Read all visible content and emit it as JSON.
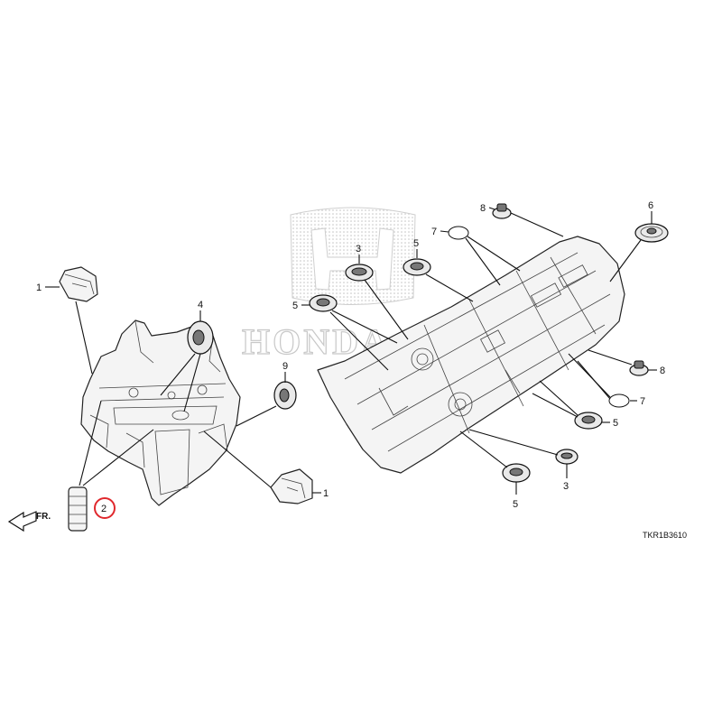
{
  "diagram": {
    "ref_code": "TKR1B3610",
    "front_marker": "FR.",
    "watermark_text": "HONDA",
    "highlighted_callout": "2",
    "highlight_color": "#e0282d",
    "callouts": [
      {
        "id": "c1a",
        "label": "1"
      },
      {
        "id": "c4",
        "label": "4"
      },
      {
        "id": "c9",
        "label": "9"
      },
      {
        "id": "c1b",
        "label": "1"
      },
      {
        "id": "c2",
        "label": "2"
      },
      {
        "id": "c3a",
        "label": "3"
      },
      {
        "id": "c5a",
        "label": "5"
      },
      {
        "id": "c5b",
        "label": "5"
      },
      {
        "id": "c7a",
        "label": "7"
      },
      {
        "id": "c8a",
        "label": "8"
      },
      {
        "id": "c6",
        "label": "6"
      },
      {
        "id": "c8b",
        "label": "8"
      },
      {
        "id": "c7b",
        "label": "7"
      },
      {
        "id": "c5c",
        "label": "5"
      },
      {
        "id": "c3b",
        "label": "3"
      },
      {
        "id": "c5d",
        "label": "5"
      }
    ]
  }
}
